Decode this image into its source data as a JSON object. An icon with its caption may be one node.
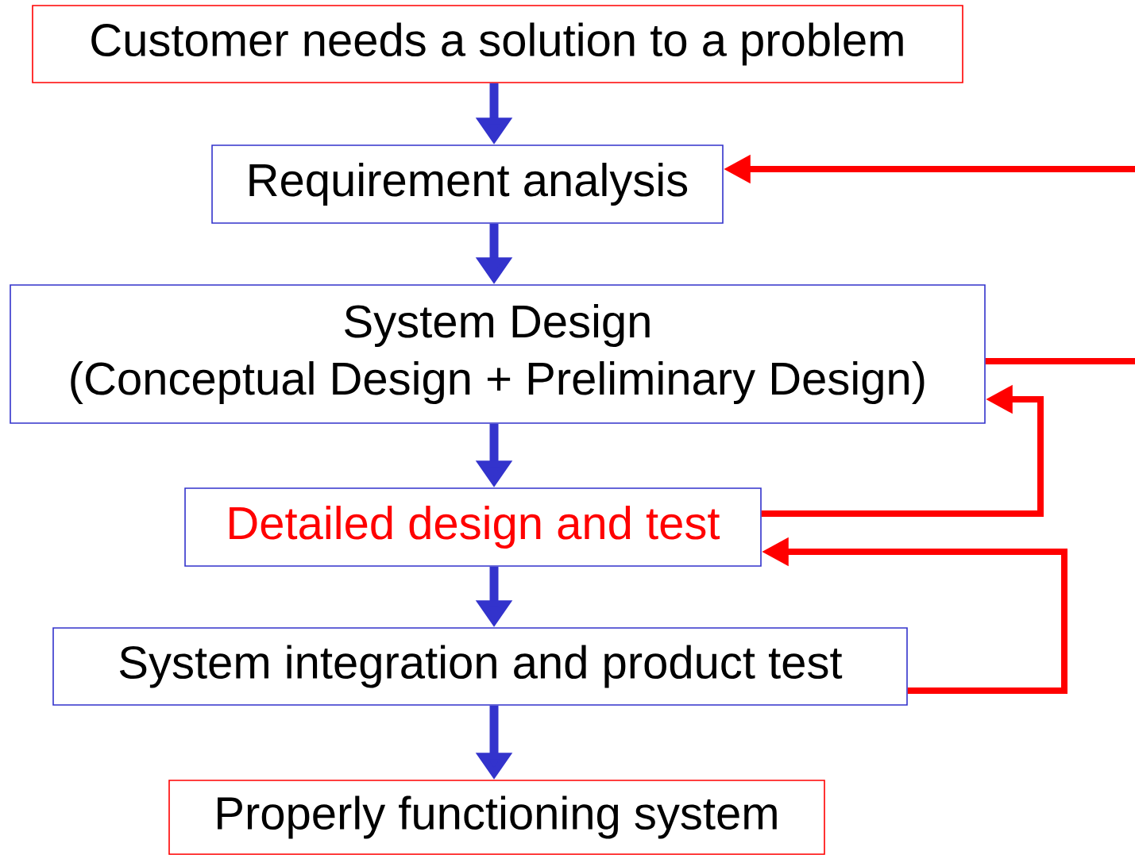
{
  "diagram": {
    "nodes": [
      {
        "text": [
          "Customer needs a solution to a problem"
        ]
      },
      {
        "text": [
          "Requirement analysis"
        ]
      },
      {
        "text": [
          "System Design",
          "(Conceptual Design + Preliminary Design)"
        ]
      },
      {
        "text": [
          "Detailed design and test"
        ]
      },
      {
        "text": [
          "System integration and product test"
        ]
      },
      {
        "text": [
          "Properly functioning system"
        ]
      }
    ],
    "edges": [
      {
        "from": 0,
        "to": 1,
        "arrow": "to"
      },
      {
        "from": 1,
        "to": 2,
        "arrow": "to"
      },
      {
        "from": 2,
        "to": 3,
        "arrow": "to"
      },
      {
        "from": 3,
        "to": 4,
        "arrow": "to"
      },
      {
        "from": 4,
        "to": 5,
        "arrow": "to"
      },
      {
        "from": 3,
        "to": 2,
        "arrow": "to",
        "color": "#ff0000"
      },
      {
        "from": 4,
        "to": 3,
        "arrow": "to",
        "color": "#ff0000"
      },
      {
        "from": 2,
        "to": null,
        "arrow": "none",
        "color": "#ff0000"
      },
      {
        "from": null,
        "to": 1,
        "arrow": "to",
        "color": "#ff0000"
      }
    ]
  }
}
